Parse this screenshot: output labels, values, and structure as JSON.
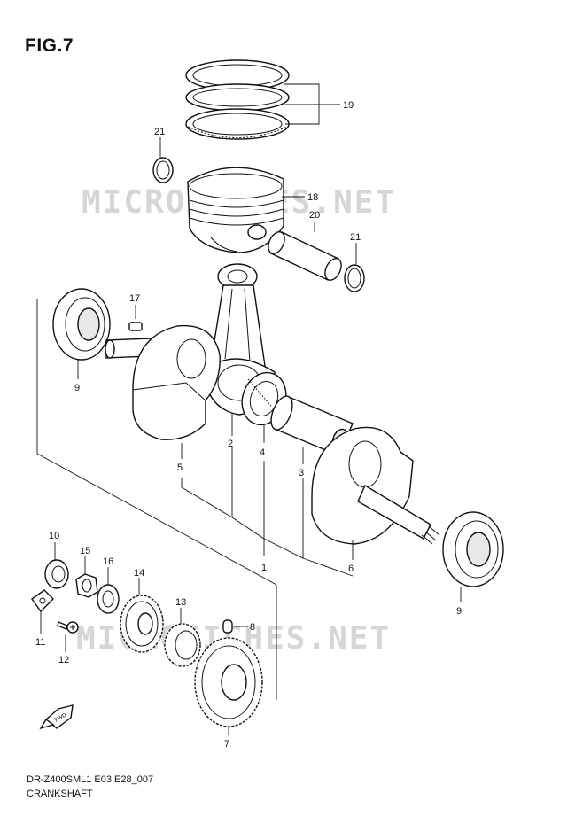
{
  "header": {
    "figure_label": "FIG.7"
  },
  "footer": {
    "model_code": "DR-Z400SML1 E03 E28_007",
    "section_name": "CRANKSHAFT"
  },
  "watermark": {
    "text": "MICROFICHES.NET"
  },
  "callouts": {
    "c1": "1",
    "c2": "2",
    "c3": "3",
    "c4": "4",
    "c5": "5",
    "c6": "6",
    "c7": "7",
    "c8": "8",
    "c9a": "9",
    "c9b": "9",
    "c10": "10",
    "c11": "11",
    "c12": "12",
    "c13": "13",
    "c14": "14",
    "c15": "15",
    "c16": "16",
    "c17": "17",
    "c18": "18",
    "c19": "19",
    "c20": "20",
    "c21a": "21",
    "c21b": "21"
  },
  "fwd_mark": "FWD"
}
